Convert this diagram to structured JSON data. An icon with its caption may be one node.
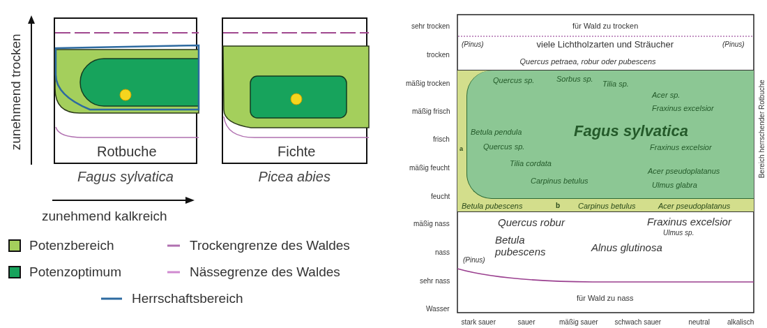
{
  "diagram": {
    "nodes": [
      {
        "text": [
          "Rotbuche"
        ],
        "beside": [
          "Fagus sylvatica"
        ]
      },
      {
        "text": [
          "Fichte"
        ],
        "beside": [
          "Picea abies"
        ]
      },
      {
        "text": [
          "a",
          "Betula pubescens",
          "b",
          "Carpinus betulus",
          "Acer pseudoplatanus"
        ]
      },
      {
        "text": [
          "Quercus sp.",
          "Sorbus sp.",
          "Tilia sp.",
          "Acer sp.",
          "Fraxinus excelsior",
          "Betula pendula",
          "Fagus sylvatica",
          "Quercus sp.",
          "Fraxinus excelsior",
          "Tilia cordata",
          "Acer pseudoplatanus",
          "Carpinus betulus",
          "Ulmus glabra"
        ],
        "in": 2
      }
    ],
    "labels": [
      "zunehmend trocken",
      "zunehmend kalkreich",
      "sehr trocken",
      "trocken",
      "mäßig trocken",
      "mäßig frisch",
      "frisch",
      "mäßig feucht",
      "feucht",
      "mäßig nass",
      "nass",
      "sehr nass",
      "Wasser",
      "für Wald zu trocken",
      "(Pinus)",
      "viele Lichtholzarten und Sträucher",
      "(Pinus)",
      "Quercus petraea, robur oder pubescens",
      "Quercus robur",
      "Fraxinus excelsior",
      "Ulmus sp.",
      "Betula pubescens",
      "Alnus glutinosa",
      "(Pinus)",
      "für Wald zu nass",
      "Bereich herrschender Rotbuche",
      "stark sauer",
      "sauer",
      "mäßig sauer",
      "schwach sauer",
      "neutral",
      "alkalisch"
    ],
    "legend": [
      {
        "text": "Potenzbereich",
        "color": "#a4cf5c"
      },
      {
        "text": "Potenzoptimum",
        "color": "#17a35c"
      },
      {
        "text": "Trockengrenze des Waldes"
      },
      {
        "text": "Nässegrenze des Waldes"
      },
      {
        "text": "Herrschaftsbereich"
      }
    ]
  }
}
